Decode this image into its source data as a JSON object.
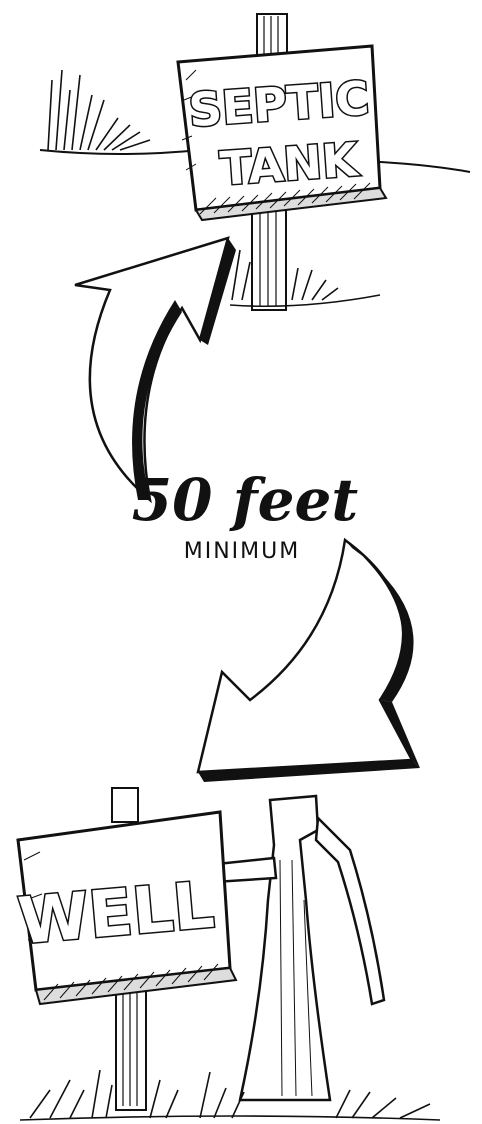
{
  "septic_sign": {
    "line1": "SEPTIC",
    "line2": "TANK"
  },
  "distance": {
    "value": "50 feet",
    "qualifier": "MINIMUM"
  },
  "well_sign": {
    "label": "WELL"
  }
}
